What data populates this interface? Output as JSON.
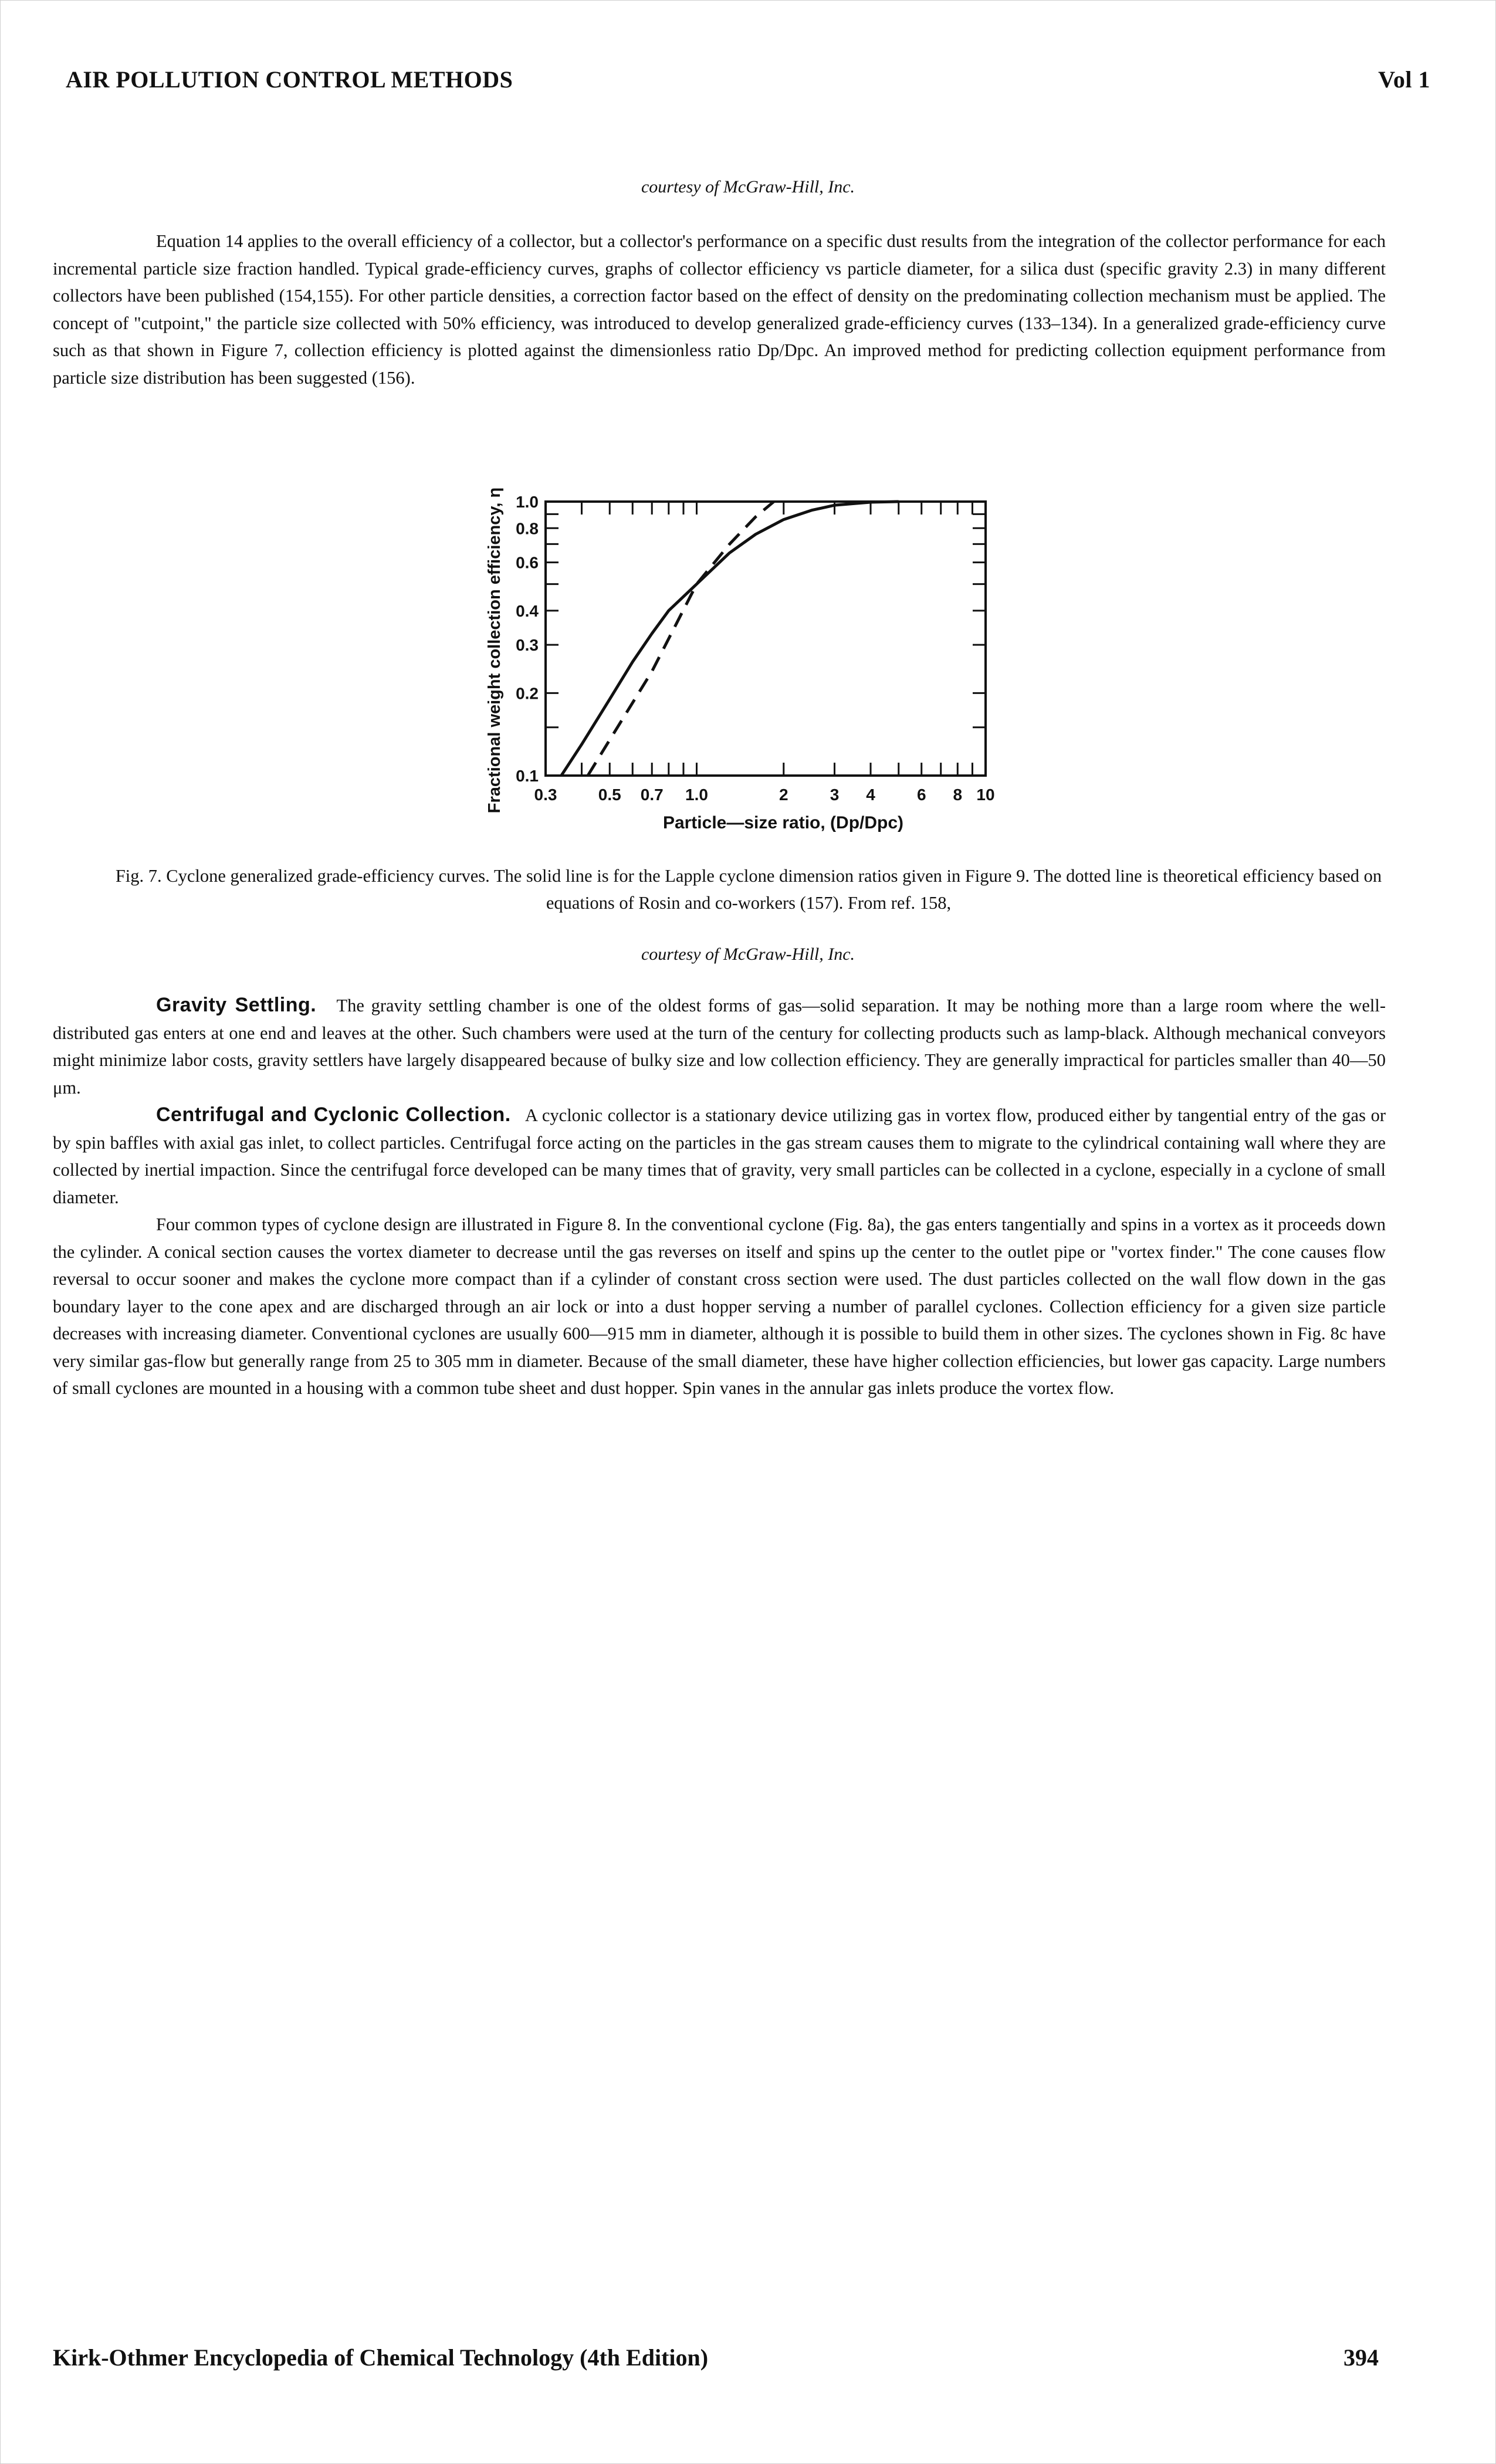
{
  "header": {
    "title": "AIR POLLUTION CONTROL METHODS",
    "volume": "Vol 1"
  },
  "courtesy_top": "courtesy of McGraw-Hill, Inc.",
  "intro_paragraph": "Equation 14 applies to the overall efficiency of a collector, but a collector's performance on a specific dust results from the integration of the collector performance for each incremental particle size fraction handled. Typical grade-efficiency curves, graphs of collector efficiency vs particle diameter, for a silica dust (specific gravity 2.3) in many different collectors have been published (154,155). For other particle densities, a correction factor based on the effect of density on the predominating collection mechanism must be applied. The concept of \"cutpoint,\" the particle size collected with 50% efficiency, was introduced to develop generalized grade-efficiency curves (133–134). In a generalized grade-efficiency curve such as that shown in Figure 7, collection efficiency is plotted against the dimensionless ratio Dp/Dpc. An improved method for predicting collection equipment performance from particle size distribution has been suggested (156).",
  "chart_data": {
    "type": "line",
    "xscale": "log",
    "yscale": "log",
    "xlim": [
      0.3,
      10
    ],
    "ylim": [
      0.1,
      1.0
    ],
    "x_ticks": [
      0.3,
      0.5,
      0.7,
      1.0,
      2,
      3,
      4,
      6,
      8,
      10
    ],
    "x_tick_labels": [
      "0.3",
      "0.5",
      "0.7",
      "1.0",
      "2",
      "3",
      "4",
      "6",
      "8",
      "10"
    ],
    "y_ticks": [
      0.1,
      0.2,
      0.3,
      0.4,
      0.6,
      0.8,
      1.0
    ],
    "y_tick_labels": [
      "0.1",
      "0.2",
      "0.3",
      "0.4",
      "0.6",
      "0.8",
      "1.0"
    ],
    "xlabel": "Particle—size ratio, (Dp/Dpc)",
    "ylabel": "Fractional weight collection efficiency, η",
    "series": [
      {
        "style": "solid",
        "x": [
          0.34,
          0.4,
          0.5,
          0.6,
          0.7,
          0.8,
          1.0,
          1.3,
          1.6,
          2.0,
          2.5,
          3.0,
          4.0,
          5.0
        ],
        "y": [
          0.1,
          0.13,
          0.19,
          0.26,
          0.33,
          0.4,
          0.5,
          0.65,
          0.76,
          0.86,
          0.93,
          0.97,
          0.995,
          1.0
        ]
      },
      {
        "style": "dashed",
        "x": [
          0.42,
          0.5,
          0.7,
          1.0,
          1.3,
          1.6,
          1.85
        ],
        "y": [
          0.1,
          0.135,
          0.24,
          0.5,
          0.7,
          0.88,
          1.0
        ]
      }
    ]
  },
  "caption": "Fig. 7. Cyclone generalized grade-efficiency curves. The solid line is for the Lapple cyclone dimension ratios given in Figure 9. The dotted line is theoretical efficiency based on equations of Rosin and co-workers (157). From ref. 158,",
  "courtesy_bottom": "courtesy of McGraw-Hill, Inc.",
  "gravity": {
    "heading": "Gravity Settling.",
    "text": "The gravity settling chamber is one of the oldest forms of gas—solid separation. It may be nothing more than a large room where the well-distributed gas enters at one end and leaves at the other. Such chambers were used at the turn of the century for collecting products such as lamp-black. Although mechanical conveyors might minimize labor costs, gravity settlers have largely disappeared because of bulky size and low collection efficiency. They are generally impractical for particles smaller than 40—50 μm."
  },
  "centrifugal": {
    "heading": "Centrifugal and Cyclonic Collection.",
    "text": "A cyclonic collector is a stationary device utilizing gas in vortex flow, produced either by tangential entry of the gas or by spin baffles with axial gas inlet, to collect particles. Centrifugal force acting on the particles in the gas stream causes them to migrate to the cylindrical containing wall where they are collected by inertial impaction. Since the centrifugal force developed can be many times that of gravity, very small particles can be collected in a cyclone, especially in a cyclone of small diameter."
  },
  "cyclone_paragraph": "Four common types of cyclone design are illustrated in Figure 8. In the conventional cyclone (Fig. 8a), the gas enters tangentially and spins in a vortex as it proceeds down the cylinder. A conical section causes the vortex diameter to decrease until the gas reverses on itself and spins up the center to the outlet pipe or \"vortex finder.\" The cone causes flow reversal to occur sooner and makes the cyclone more compact than if a cylinder of constant cross section were used. The dust particles collected on the wall flow down in the gas boundary layer to the cone apex and are discharged through an air lock or into a dust hopper serving a number of parallel cyclones. Collection efficiency for a given size particle decreases with increasing diameter. Conventional cyclones are usually 600—915 mm in diameter, although it is possible to build them in other sizes. The cyclones shown in Fig. 8c have very similar gas-flow but generally range from 25 to 305 mm in diameter. Because of the small diameter, these have higher collection efficiencies, but lower gas capacity. Large numbers of small cyclones are mounted in a housing with a common tube sheet and dust hopper. Spin vanes in the annular gas inlets produce the vortex flow.",
  "footer": {
    "title": "Kirk-Othmer Encyclopedia of Chemical Technology (4th Edition)",
    "page": "394"
  }
}
